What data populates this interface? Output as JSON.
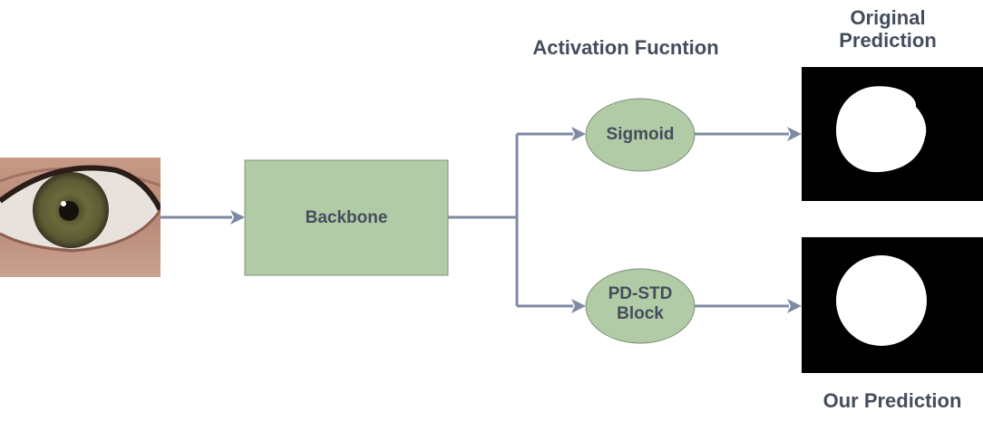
{
  "activation_heading": "Activation Fucntion",
  "nodes": {
    "backbone": "Backbone",
    "sigmoid": "Sigmoid",
    "pdstd_line1": "PD-STD",
    "pdstd_line2": "Block"
  },
  "outputs": {
    "original_line1": "Original",
    "original_line2": "Prediction",
    "ours": "Our Prediction"
  },
  "colors": {
    "box_fill": "#b2cba7",
    "box_stroke": "#7d9177",
    "arrow": "#7d8aa3",
    "text": "#454d5c"
  }
}
